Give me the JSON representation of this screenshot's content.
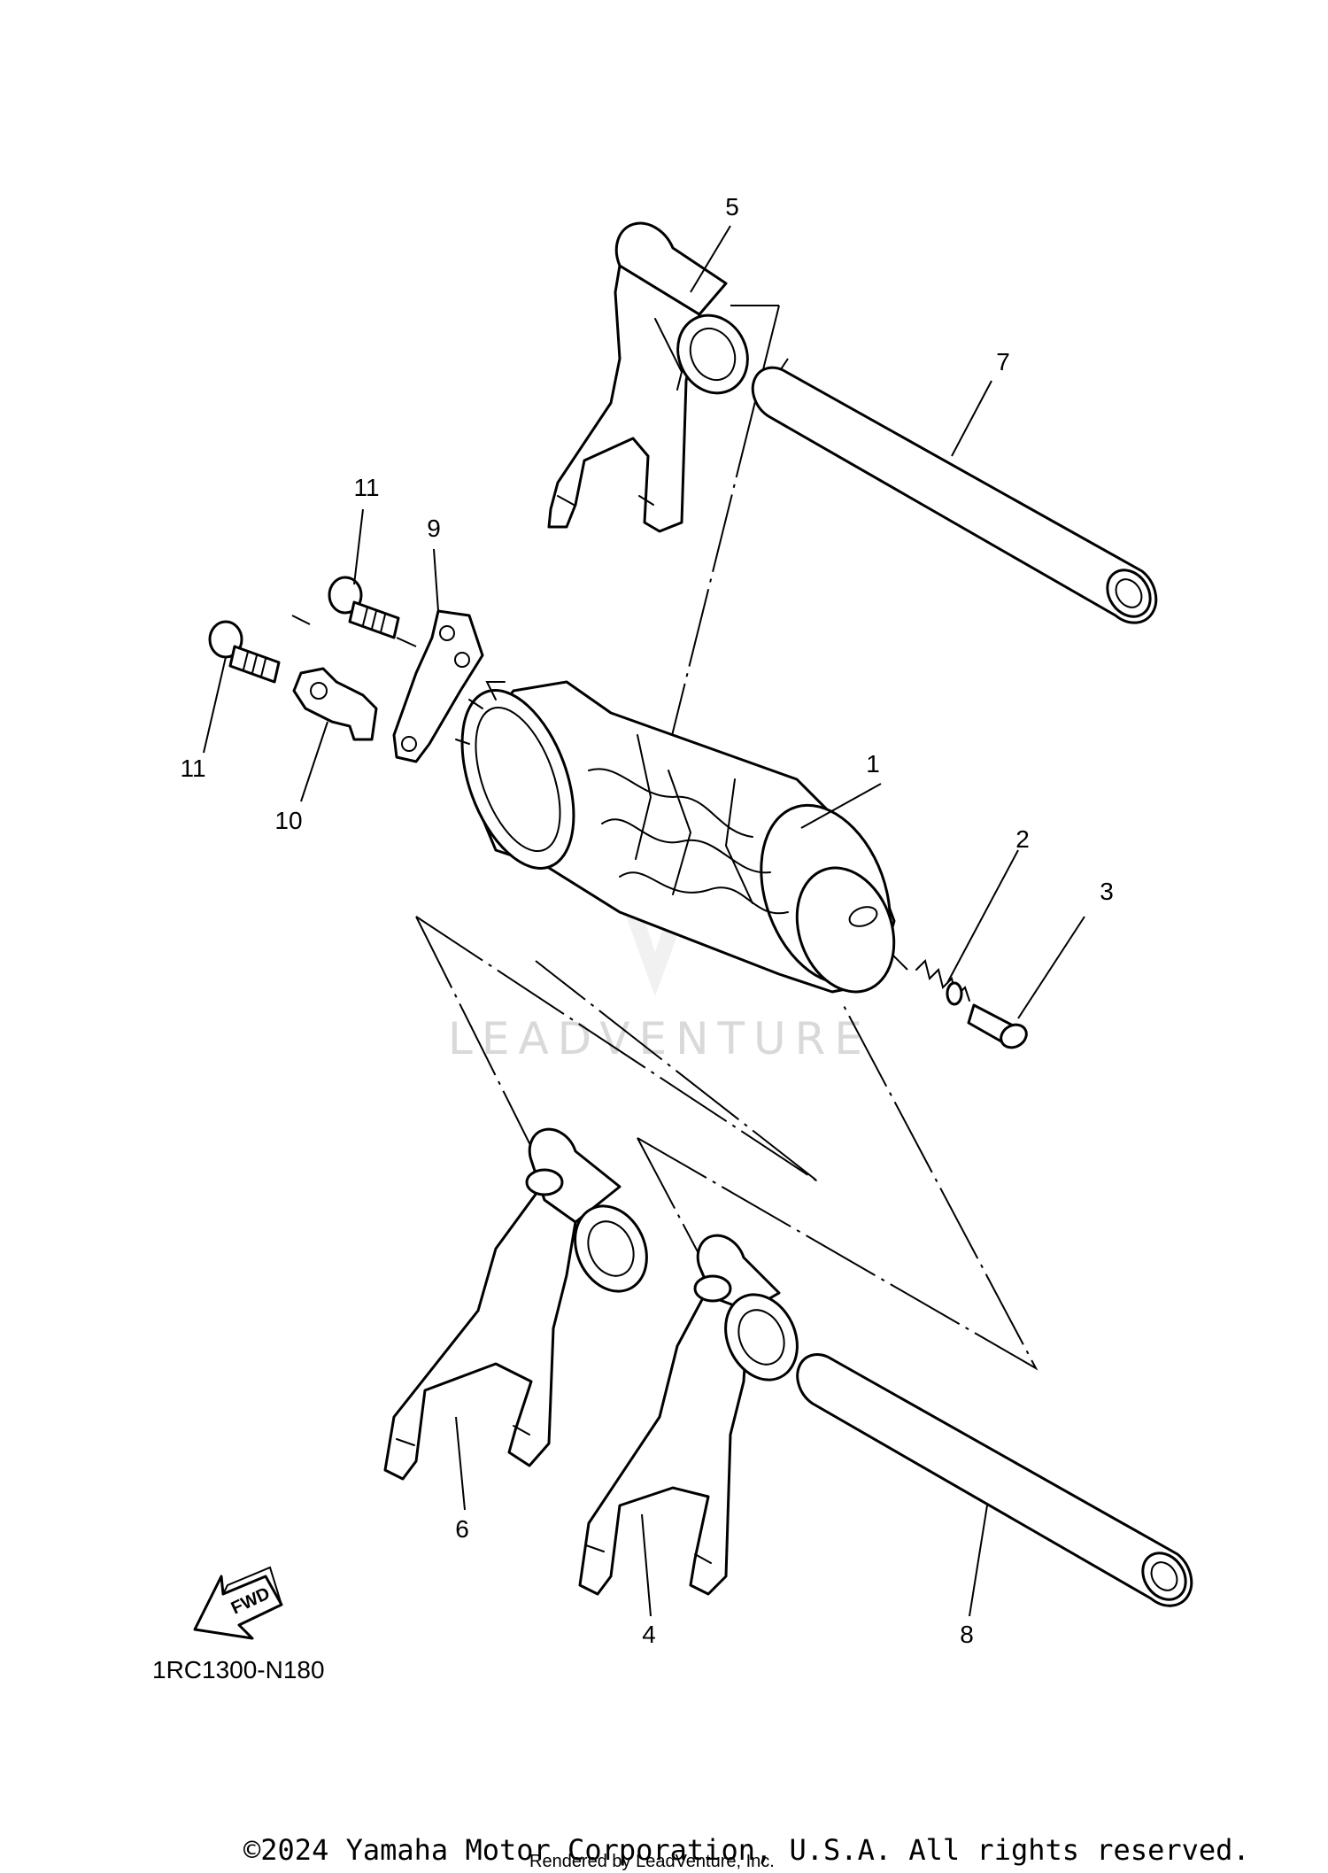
{
  "diagram": {
    "callouts": {
      "c1": "1",
      "c2": "2",
      "c3": "3",
      "c4": "4",
      "c5": "5",
      "c6": "6",
      "c7": "7",
      "c8": "8",
      "c9": "9",
      "c10": "10",
      "c11a": "11",
      "c11b": "11"
    },
    "fwd_label": "FWD",
    "diagram_code": "1RC1300-N180",
    "watermark_text": "LEADVENTURE",
    "copyright": "©2024 Yamaha Motor Corporation, U.S.A. All rights reserved.",
    "rendered_by": "Rendered by LeadVenture, Inc."
  },
  "icons": [
    "fwd-arrow-icon",
    "leadventure-logo-icon"
  ],
  "colors": {
    "line": "#000000",
    "background": "#ffffff",
    "watermark": "#d9d9d9"
  }
}
